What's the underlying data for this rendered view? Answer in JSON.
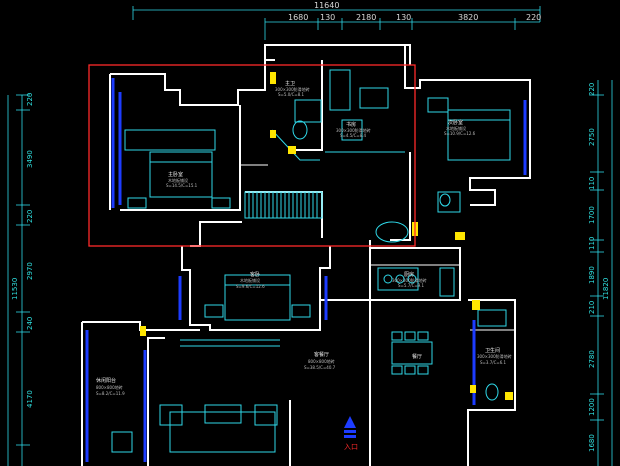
{
  "dimensions": {
    "total_width": "11640",
    "segments_top": [
      "1680",
      "130",
      "2180",
      "130",
      "3820",
      "220"
    ],
    "left_total": "11530",
    "left_segments": [
      "220",
      "3490",
      "220",
      "2970",
      "240",
      "4170"
    ],
    "right_total": "11820",
    "right_segments": [
      "220",
      "2750",
      "110",
      "1700",
      "110",
      "1890",
      "210",
      "2780",
      "1200",
      "1680"
    ]
  },
  "rooms": {
    "master_bedroom": {
      "name": "主卧室",
      "spec": "木地板铺设",
      "area": "S=14.5/C=15.1"
    },
    "study": {
      "name": "书房",
      "spec": "300×300防滑地砖",
      "area": "S=4.5/C=8.4"
    },
    "bath": {
      "name": "主卫",
      "spec": "300×300防滑地砖",
      "area": "S=5.0/C=8.1"
    },
    "second_bedroom": {
      "name": "次卧室",
      "spec": "木地板铺设",
      "area": "S=10.9/C=12.6"
    },
    "kitchen": {
      "name": "厨房",
      "spec": "300×300防滑地砖",
      "area": "S=5.7/C=9.1"
    },
    "guest_bedroom": {
      "name": "客卧",
      "spec": "木地板铺设",
      "area": "S=9.6/C=12.6"
    },
    "living_room": {
      "name": "客餐厅",
      "spec": "800×800地砖",
      "area": "S=38.5/C=40.7"
    },
    "dining": {
      "name": "餐厅"
    },
    "balcony": {
      "name": "休闲阳台",
      "spec": "800×800地砖",
      "area": "S=8.2/C=11.9"
    },
    "utility": {
      "name": "卫生间",
      "spec": "300×300防滑地砖",
      "area": "S=3.7/C=6.1"
    }
  },
  "entrance": {
    "label": "入口"
  },
  "colors": {
    "highlight": "#ff2a2a",
    "wall": "#ffffff",
    "cad_cyan": "#2fd8e8",
    "glass": "#1d3cff",
    "marker": "#ffe600"
  }
}
